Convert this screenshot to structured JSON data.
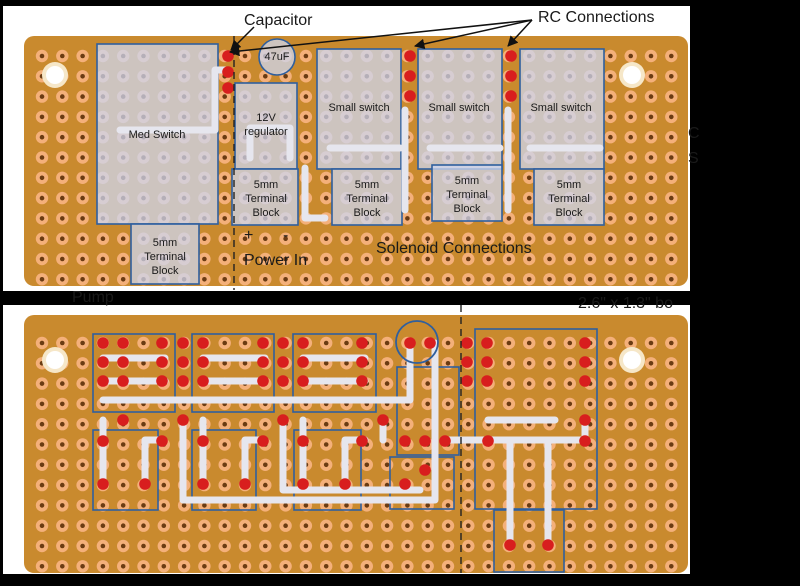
{
  "top_panel": {
    "callouts": {
      "capacitor": "Capacitor",
      "rc_connections": "RC Connections",
      "solenoid_connections": "Solenoid Connections",
      "power_in": "Power In",
      "plus": "+",
      "minus": "-",
      "cut_right_1": "C",
      "cut_right_2": "S",
      "cut_left_bottom": "Pump",
      "cut_right_bottom": "2.6\" x 1.3\" bo"
    },
    "capacitor_value": "47uF",
    "components": [
      {
        "id": "med-switch",
        "label": "Med Switch"
      },
      {
        "id": "regulator",
        "label": "12V regulator"
      },
      {
        "id": "small-switch-1",
        "label": "Small switch"
      },
      {
        "id": "small-switch-2",
        "label": "Small switch"
      },
      {
        "id": "small-switch-3",
        "label": "Small switch"
      },
      {
        "id": "terminal-1",
        "label": "5mm Terminal Block"
      },
      {
        "id": "terminal-2",
        "label": "5mm Terminal Block"
      },
      {
        "id": "terminal-3",
        "label": "5mm Terminal Block"
      },
      {
        "id": "terminal-4",
        "label": "5mm Terminal Block"
      },
      {
        "id": "terminal-5",
        "label": "5mm Terminal Block"
      }
    ]
  },
  "colors": {
    "board": "#c98a2e",
    "pad": "#f4b07a",
    "solder": "#d81e1e",
    "trace": "#e6e6ee",
    "outline": "#2f5f9e",
    "highlight": "rgba(205,215,240,0.75)"
  }
}
